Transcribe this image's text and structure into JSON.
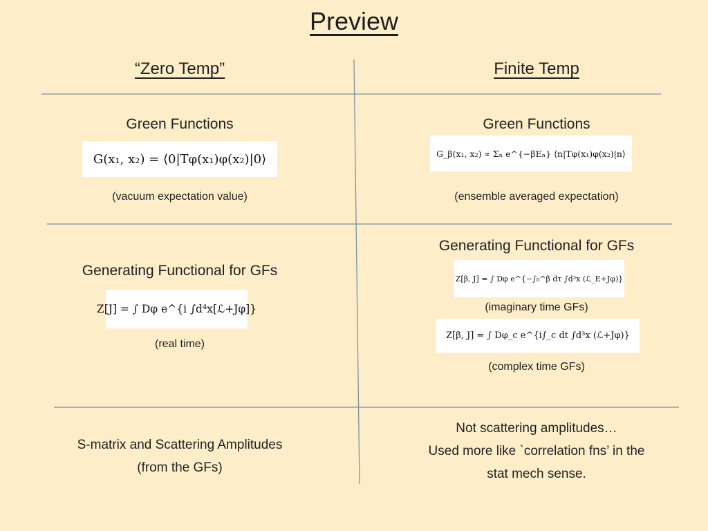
{
  "title": "Preview",
  "columns": {
    "left_header": "“Zero Temp”",
    "right_header": "Finite Temp"
  },
  "row1": {
    "left_label": "Green Functions",
    "left_formula": "G(x₁, x₂) = ⟨0|Tφ(x₁)φ(x₂)|0⟩",
    "left_caption": "(vacuum expectation value)",
    "right_label": "Green Functions",
    "right_formula": "G_β(x₁, x₂) ∝ Σₙ e^{−βEₙ} ⟨n|Tφ(x₁)φ(x₂)|n⟩",
    "right_caption": "(ensemble averaged expectation)"
  },
  "row2": {
    "left_label": "Generating Functional for GFs",
    "left_formula": "Z[J] = ∫ Dφ e^{i ∫d⁴x[ℒ+Jφ]}",
    "left_caption": "(real time)",
    "right_label": "Generating Functional for GFs",
    "right_formula_imag": "Z[β, J] = ∫ Dφ e^{−∫₀^β dτ ∫d³x (ℒ_E+Jφ)}",
    "right_caption_imag": "(imaginary time GFs)",
    "right_formula_complex": "Z[β, J] = ∫ Dφ_c e^{i∫_c dt ∫d³x (ℒ+Jφ)}",
    "right_caption_complex": "(complex time GFs)"
  },
  "row3": {
    "left_line1": "S-matrix and Scattering Amplitudes",
    "left_line2": "(from the GFs)",
    "right_line1": "Not scattering amplitudes…",
    "right_line2": "Used more like `correlation fns’ in the",
    "right_line3": "stat mech sense."
  },
  "colors": {
    "background": "#fdeec9",
    "line": "#7f8fa6",
    "formula_box": "#ffffff"
  }
}
